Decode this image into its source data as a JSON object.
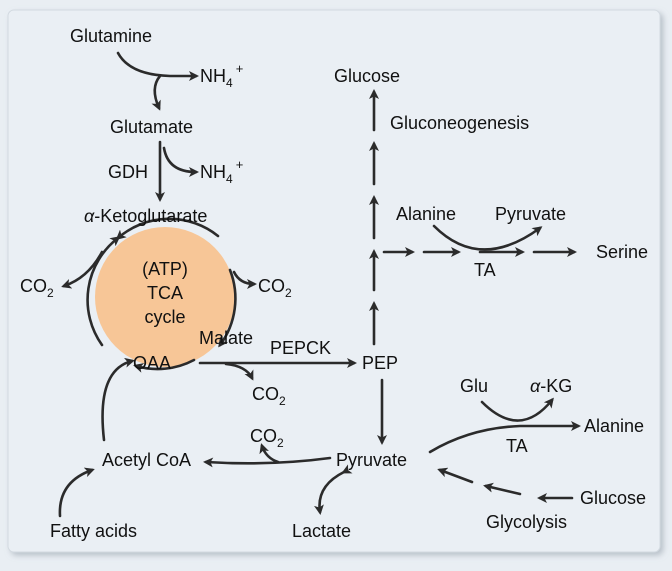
{
  "colors": {
    "panel": "#e9eef3",
    "tca_circle": "#f7c697",
    "arrow": "#2b2b2b",
    "text": "#111111"
  },
  "labels": {
    "glutamine": "Glutamine",
    "nh4_1": "NH4+",
    "glutamate": "Glutamate",
    "gdh": "GDH",
    "nh4_2": "NH4+",
    "alpha_kg_prefix": "α",
    "alpha_kg_rest": "-Ketoglutarate",
    "atp": "(ATP)",
    "tca": "TCA",
    "cycle": "cycle",
    "co2_left": "CO2",
    "co2_right": "CO2",
    "malate": "Malate",
    "oaa": "OAA",
    "pepck": "PEPCK",
    "co2_pepck": "CO2",
    "pep": "PEP",
    "glucose_top": "Glucose",
    "gluconeogenesis": "Gluconeogenesis",
    "alanine_top": "Alanine",
    "pyruvate_top": "Pyruvate",
    "ta_top": "TA",
    "serine": "Serine",
    "glu": "Glu",
    "akg_prefix": "α",
    "akg_rest": "-KG",
    "alanine_right": "Alanine",
    "ta_bottom": "TA",
    "co2_bottom": "CO2",
    "acetyl_coa": "Acetyl CoA",
    "pyruvate_center": "Pyruvate",
    "glucose_bottom": "Glucose",
    "glycolysis": "Glycolysis",
    "fatty_acids": "Fatty acids",
    "lactate": "Lactate"
  }
}
